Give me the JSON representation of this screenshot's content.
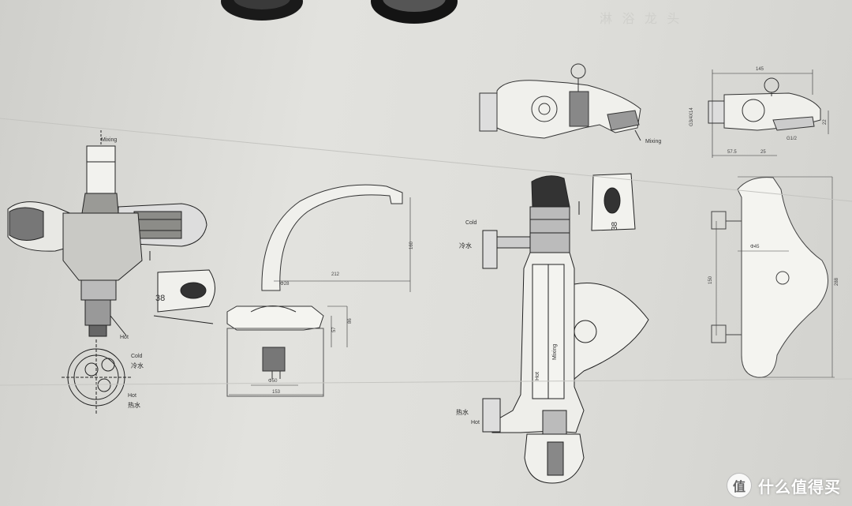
{
  "labels": {
    "mixing_top": "Mixing",
    "mixing_right": "Mixing",
    "cold_en_left": "Cold",
    "cold_cn_left": "冷水",
    "hot_en_left": "Hot",
    "hot_cn_left": "热水",
    "hot_en_arrow": "Hot",
    "handle_num_left": "38",
    "handle_num_right": "38",
    "cold_en_center": "Cold",
    "cold_cn_center": "冷水",
    "hot_cn_center": "热水",
    "hot_en_center": "Hot",
    "body_hot": "Hot",
    "body_mixing": "Mixing"
  },
  "dimensions": {
    "d_phi28": "Φ28",
    "d_212": "212",
    "d_160": "160",
    "d_57": "57",
    "d_86": "86",
    "d_phi50": "Φ50",
    "d_153": "153",
    "d_145": "145",
    "d_g34": "G3/4X14",
    "d_22": "22",
    "d_g12": "G1/2",
    "d_575": "57.5",
    "d_25": "25",
    "d_phi45": "Φ45",
    "d_150": "150",
    "d_288": "288"
  },
  "watermark": {
    "text": "什么值得买",
    "icon": "值"
  },
  "faint_heading": "淋 浴 龙 头"
}
